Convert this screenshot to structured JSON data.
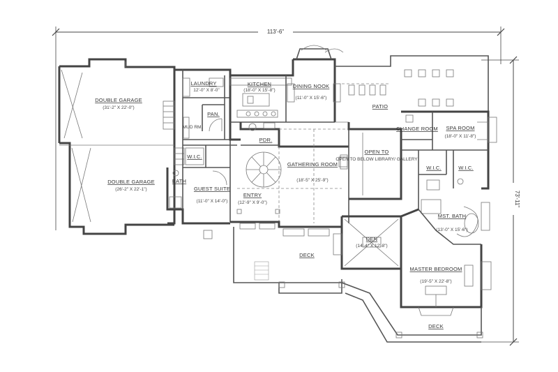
{
  "dimensions": {
    "width": "113'-6\"",
    "depth": "73'-11\""
  },
  "rooms": {
    "garage_top": {
      "name": "DOUBLE GARAGE",
      "size": "(31'-2\" X 22'-0\")"
    },
    "garage_bottom": {
      "name": "DOUBLE GARAGE",
      "size": "(26'-2\" X 22'-1\")"
    },
    "laundry": {
      "name": "LAUNDRY",
      "size": "12'-0\" X 8'-0\""
    },
    "kitchen": {
      "name": "KITCHEN",
      "size": "(18'-0\" X 15'-8\")"
    },
    "dining": {
      "name": "DINING NOOK",
      "size": "(11'-0\" X 15'-6\")"
    },
    "patio": {
      "name": "PATIO"
    },
    "pan": {
      "name": "PAN."
    },
    "mud": {
      "name": "MUD RM."
    },
    "pdr": {
      "name": "PDR."
    },
    "wic1": {
      "name": "W.I.C."
    },
    "wic2": {
      "name": "W.I.C."
    },
    "wic3": {
      "name": "W.I.C."
    },
    "bath": {
      "name": "BATH"
    },
    "guest": {
      "name": "GUEST SUITE",
      "size": "(11'-0\" X 14'-0\")"
    },
    "entry": {
      "name": "ENTRY",
      "size": "(12'-9\" X 9'-0\")"
    },
    "gathering": {
      "name": "GATHERING ROOM",
      "size": "(18'-5\" X 25'-9\")"
    },
    "library": {
      "name": "OPEN TO BELOW LIBRARY/ GALLERY"
    },
    "change": {
      "name": "CHANGE ROOM"
    },
    "spa": {
      "name": "SPA ROOM",
      "size": "(18'-0\" X 11'-8\")"
    },
    "mst_bath": {
      "name": "MST. BATH",
      "size": "(13'-0\" X 15'-6\")"
    },
    "den": {
      "name": "DEN",
      "size": "(14'-4\" X 12'-8\")"
    },
    "master": {
      "name": "MASTER BEDROOM",
      "size": "(19'-5\" X 22'-8\")"
    },
    "deck_front": {
      "name": "DECK"
    },
    "deck_rear": {
      "name": "DECK"
    }
  }
}
